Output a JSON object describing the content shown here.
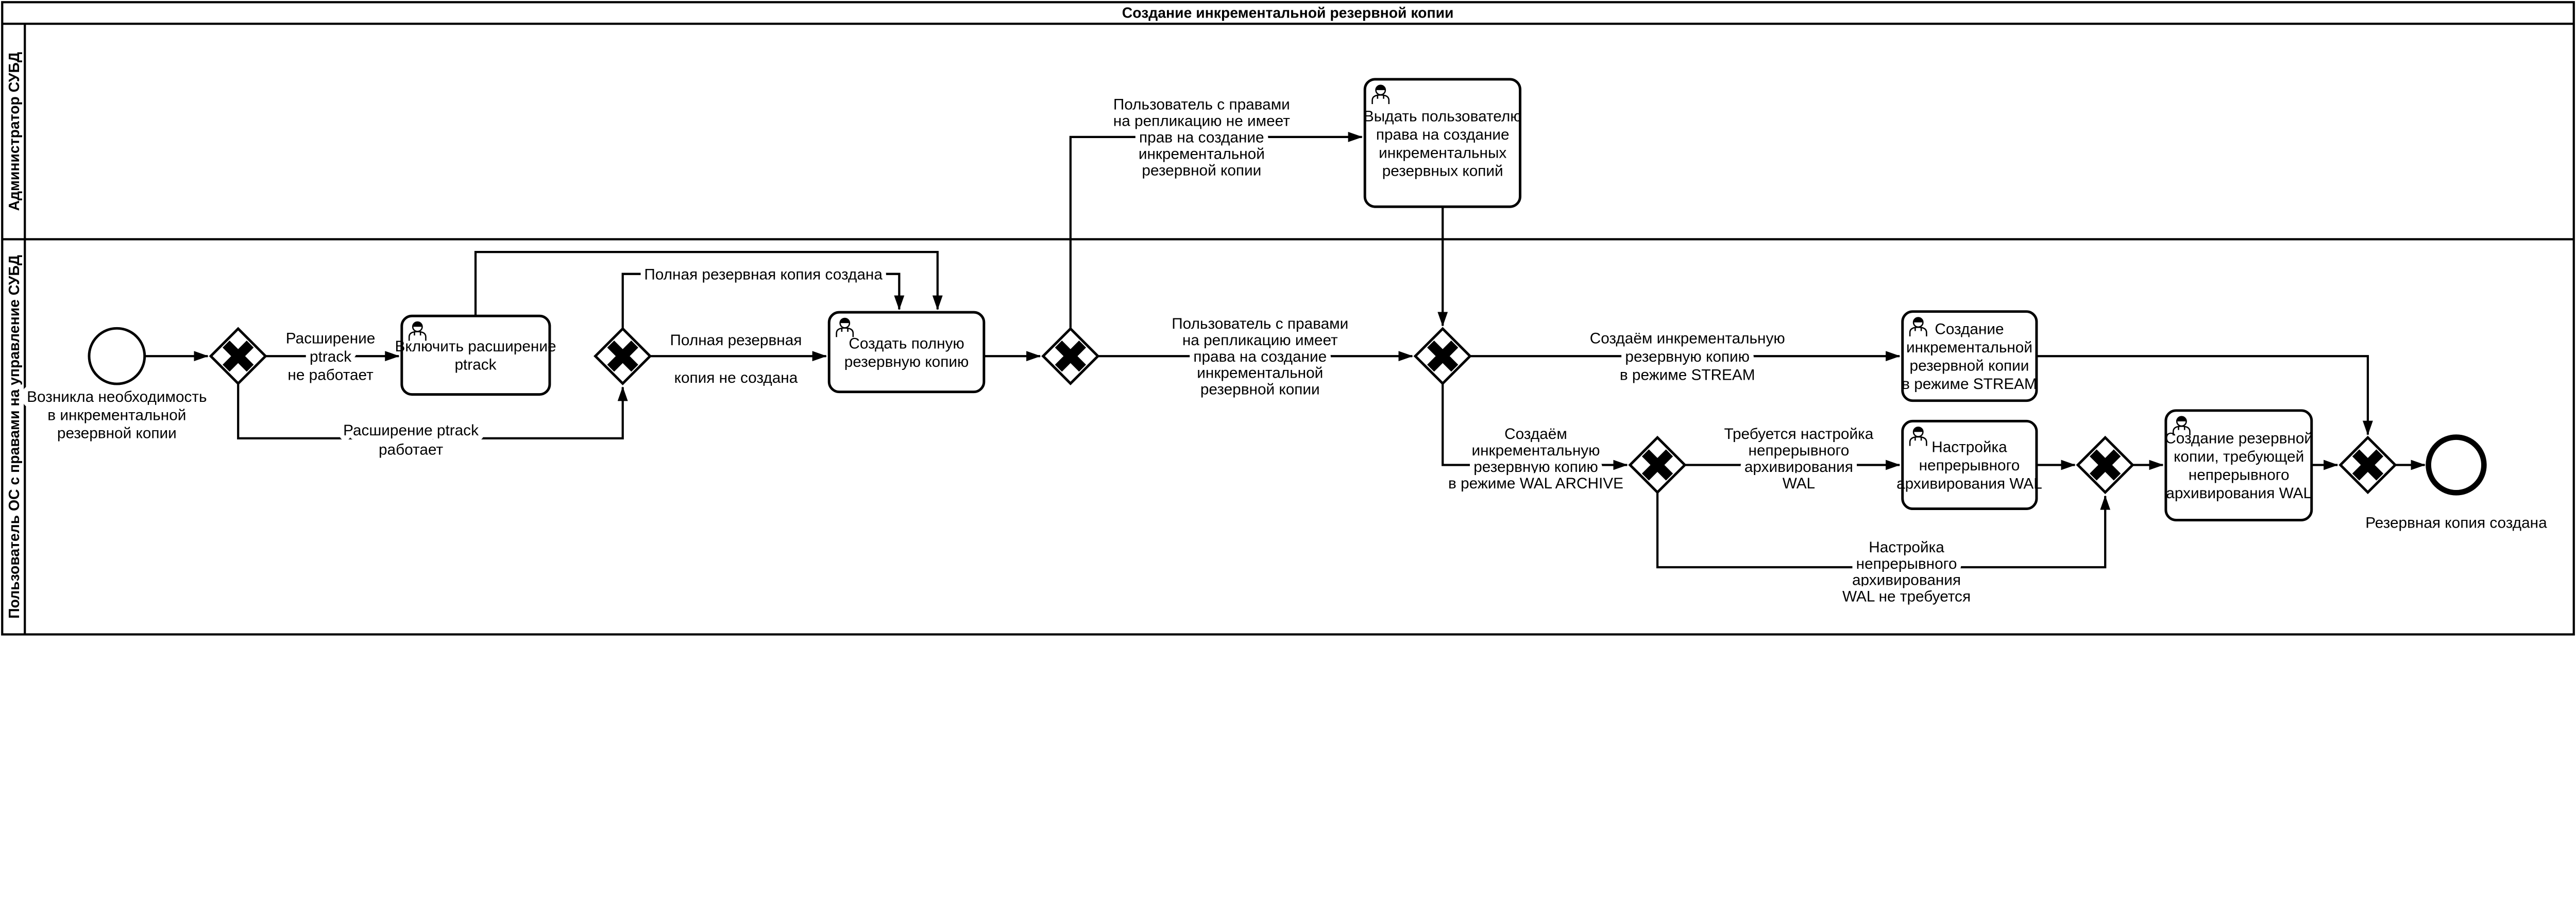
{
  "colors": {
    "stroke": "#000000",
    "background": "#ffffff"
  },
  "diagram": {
    "title": "Создание инкрементальной резервной копии",
    "lanes": [
      {
        "label": "Администратор СУБД"
      },
      {
        "label": "Пользователь ОС с правами на управление СУБД"
      }
    ],
    "events": {
      "start": {
        "label_lines": [
          "Возникла необходимость",
          "в инкрементальной",
          "резервной копии"
        ]
      },
      "end": {
        "label": "Резервная копия создана"
      }
    },
    "tasks": {
      "enable_ptrack": {
        "lines": [
          "Включить расширение",
          "ptrack"
        ]
      },
      "create_full_backup": {
        "lines": [
          "Создать полную",
          "резервную копию"
        ]
      },
      "grant_rights": {
        "lines": [
          "Выдать пользователю",
          "права на создание",
          "инкрементальных",
          "резервных копий"
        ]
      },
      "incremental_stream": {
        "lines": [
          "Создание",
          "инкрементальной",
          "резервной копии",
          "в режиме STREAM"
        ]
      },
      "setup_wal": {
        "lines": [
          "Настройка",
          "непрерывного",
          "архивирования WAL"
        ]
      },
      "backup_wal": {
        "lines": [
          "Создание резервной",
          "копии, требующей",
          "непрерывного",
          "архивирования WAL"
        ]
      }
    },
    "edge_labels": {
      "ptrack_not_working": [
        "Расширение",
        "ptrack",
        "не работает"
      ],
      "ptrack_working": [
        "Расширение ptrack",
        "работает"
      ],
      "full_created": [
        "Полная резервная копия создана"
      ],
      "full_not_created": [
        "Полная резервная",
        "копия не создана"
      ],
      "no_replication_rights": [
        "Пользователь с правами",
        "на репликацию не имеет",
        "прав на создание",
        "инкрементальной",
        "резервной копии"
      ],
      "has_replication_rights": [
        "Пользователь с правами",
        "на репликацию имеет",
        "права на создание",
        "инкрементальной",
        "резервной копии"
      ],
      "stream_mode": [
        "Создаём инкрементальную",
        "резервную копию",
        "в режиме STREAM"
      ],
      "wal_archive_mode": [
        "Создаём",
        "инкрементальную",
        "резервную копию",
        "в режиме WAL ARCHIVE"
      ],
      "wal_setup_required": [
        "Требуется настройка",
        "непрерывного",
        "архивирования",
        "WAL"
      ],
      "wal_setup_not_required": [
        "Настройка",
        "непрерывного",
        "архивирования",
        "WAL не требуется"
      ]
    }
  }
}
